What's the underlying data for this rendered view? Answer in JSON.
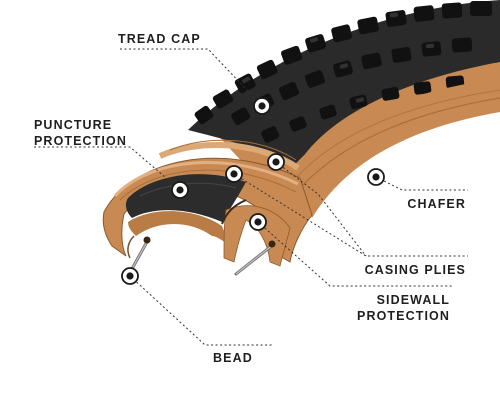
{
  "labels": {
    "tread_cap": "TREAD CAP",
    "puncture_line1": "PUNCTURE",
    "puncture_line2": "PROTECTION",
    "chafer": "CHAFER",
    "casing_plies": "CASING PLIES",
    "sidewall_line1": "SIDEWALL",
    "sidewall_line2": "PROTECTION",
    "bead": "BEAD"
  },
  "colors": {
    "tan": "#c88a52",
    "tan_dark": "#a96f3c",
    "tan_light": "#dba877",
    "tread": "#2a2a2a",
    "knob": "#1a1a1a",
    "text": "#1f1f1f",
    "leader": "#333333"
  }
}
